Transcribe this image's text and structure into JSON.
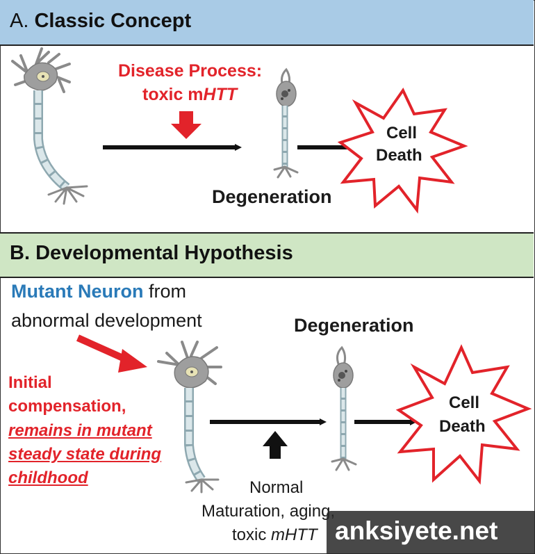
{
  "section_a": {
    "letter": "A.",
    "title": "Classic Concept",
    "disease_line1": "Disease Process:",
    "disease_line2_prefix": "toxic m",
    "disease_line2_italic": "HTT",
    "degeneration": "Degeneration",
    "cell_death_line1": "Cell",
    "cell_death_line2": "Death"
  },
  "section_b": {
    "letter": "B.",
    "title": "Developmental Hypothesis",
    "mutant_neuron": "Mutant Neuron",
    "from": " from",
    "abnormal_development": "abnormal development",
    "degeneration": "Degeneration",
    "initial": "Initial",
    "compensation": "compensation,",
    "remains_line1": "remains in mutant",
    "remains_line2": "steady state during",
    "remains_line3": "childhood",
    "normal": "Normal",
    "maturation": "Maturation, aging,",
    "toxic_prefix": "toxic ",
    "toxic_italic": "mHTT",
    "cell_death_line1": "Cell",
    "cell_death_line2": "Death"
  },
  "watermark": "anksiyete.net",
  "colors": {
    "header_a": "#a9cbe6",
    "header_b": "#cfe6c4",
    "accent_red": "#e2232a",
    "accent_blue": "#2a7ab8"
  }
}
